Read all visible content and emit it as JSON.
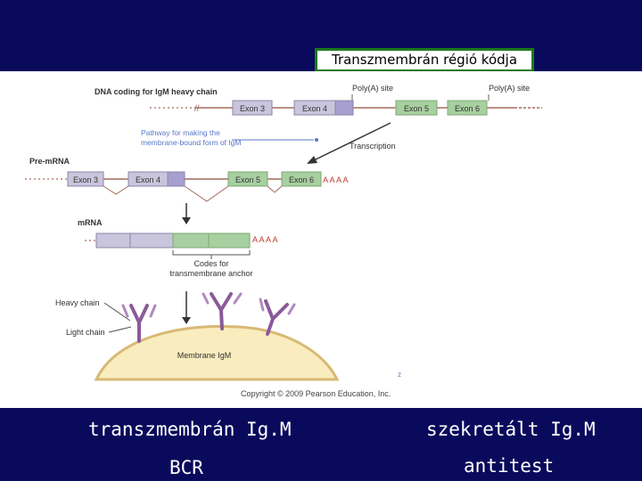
{
  "header": {
    "callout": "Transzmembrán régió kódja"
  },
  "figure": {
    "dna_label": "DNA coding for IgM heavy chain",
    "polya_left": "Poly(A) site",
    "polya_right": "Poly(A) site",
    "dna_exons": [
      "Exon 3",
      "Exon 4",
      "Exon 5",
      "Exon 6"
    ],
    "pathway_label": [
      "Pathway for making the",
      "membrane-bound form of IgM"
    ],
    "transcription": "Transcription",
    "premrna_label": "Pre-mRNA",
    "premrna_exons": [
      "Exon 3",
      "Exon 4",
      "Exon 5",
      "Exon 6"
    ],
    "polya_tail": "A A A A",
    "mrna_label": "mRNA",
    "mrna_tail": "A A A A",
    "codes_for": [
      "Codes for",
      "transmembrane anchor"
    ],
    "heavy_chain": "Heavy chain",
    "light_chain": "Light chain",
    "membrane_igm": "Membrane IgM",
    "copyright": "Copyright © 2009 Pearson Education, Inc."
  },
  "footer": {
    "left_top": "transzmembrán Ig.M",
    "left_bottom": "BCR",
    "right_top": "szekretált Ig.M",
    "right_bottom": "antitest"
  },
  "colors": {
    "background": "#0a0a5c",
    "exon_fill": "#c9c5dd",
    "exon_dark": "#a79fd0",
    "transmembrane": "#a8cfa0",
    "callout_border": "#1d7a1d",
    "label_blue": "#5a78c8",
    "poly_a_red": "#c0392b"
  }
}
